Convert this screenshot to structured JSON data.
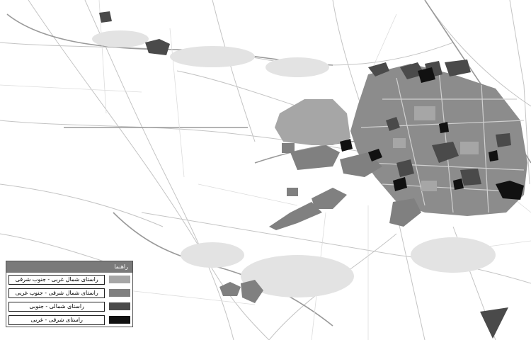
{
  "legend": {
    "title": "راهنما",
    "items": [
      {
        "label": "راستای شمال غربی - جنوب شرقی",
        "color": "#a6a6a6"
      },
      {
        "label": "راستای شمال شرقی - جنوب غربی",
        "color": "#808080"
      },
      {
        "label": "راستای شمالی - جنوبی",
        "color": "#4a4a4a"
      },
      {
        "label": "راستای شرقی - غربی",
        "color": "#111111"
      }
    ]
  }
}
